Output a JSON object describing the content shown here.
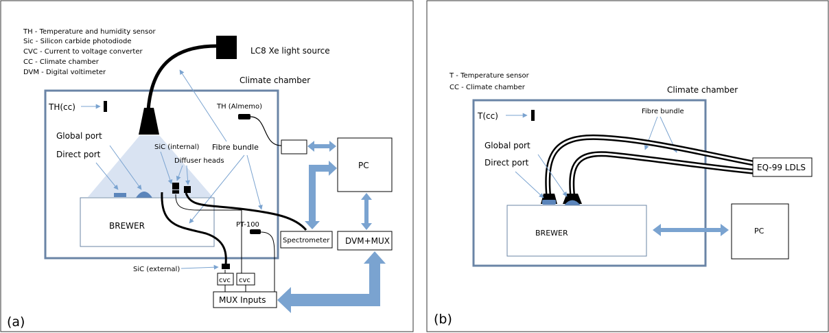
{
  "panel_a": {
    "label": "(a)",
    "legend": [
      "TH - Temperature and humidity sensor",
      "Sic - Silicon carbide photodiode",
      "CVC - Current to voltage converter",
      "CC - Climate chamber",
      "DVM - Digital voltimeter"
    ],
    "light_source": "LC8 Xe light source",
    "climate_chamber": "Climate chamber",
    "th_cc": "TH(cc)",
    "th_almemo": "TH (Almemo)",
    "global_port": "Global port",
    "direct_port": "Direct port",
    "sic_internal": "SiC (internal)",
    "fibre_bundle": "Fibre bundle",
    "diffuser_heads": "Diffuser heads",
    "brewer": "BREWER",
    "pt100": "PT-100",
    "sic_external": "SiC (external)",
    "cvc": "cvc",
    "mux_inputs": "MUX Inputs",
    "pc": "PC",
    "spectrometer": "Spectrometer",
    "dvm_mux": "DVM+MUX"
  },
  "panel_b": {
    "label": "(b)",
    "legend": [
      "T - Temperature sensor",
      "CC - Climate chamber"
    ],
    "climate_chamber": "Climate chamber",
    "t_cc": "T(cc)",
    "fibre_bundle": "Fibre bundle",
    "global_port": "Global port",
    "direct_port": "Direct port",
    "ldls": "EQ-99 LDLS",
    "brewer": "BREWER",
    "pc": "PC"
  },
  "colors": {
    "chamber_border": "#6a84a6",
    "arrow_blue": "#7aa3d0",
    "beam": "#d9e3f2",
    "port_blue": "#5b85bb"
  }
}
